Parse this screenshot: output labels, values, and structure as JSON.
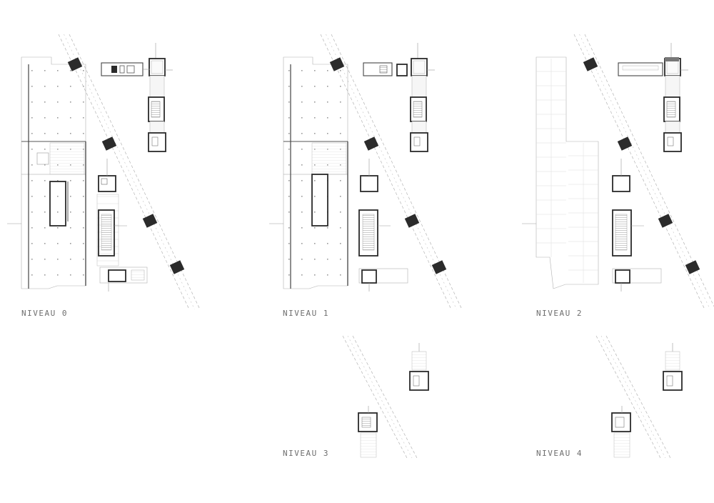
{
  "levels": [
    {
      "label": "NIVEAU 0"
    },
    {
      "label": "NIVEAU 1"
    },
    {
      "label": "NIVEAU 2"
    },
    {
      "label": "NIVEAU 3"
    },
    {
      "label": "NIVEAU 4"
    }
  ],
  "colors": {
    "background": "#ffffff",
    "ink": "#2b2b2b",
    "linework": "#b0b0b0",
    "label": "#6e6e6e"
  }
}
